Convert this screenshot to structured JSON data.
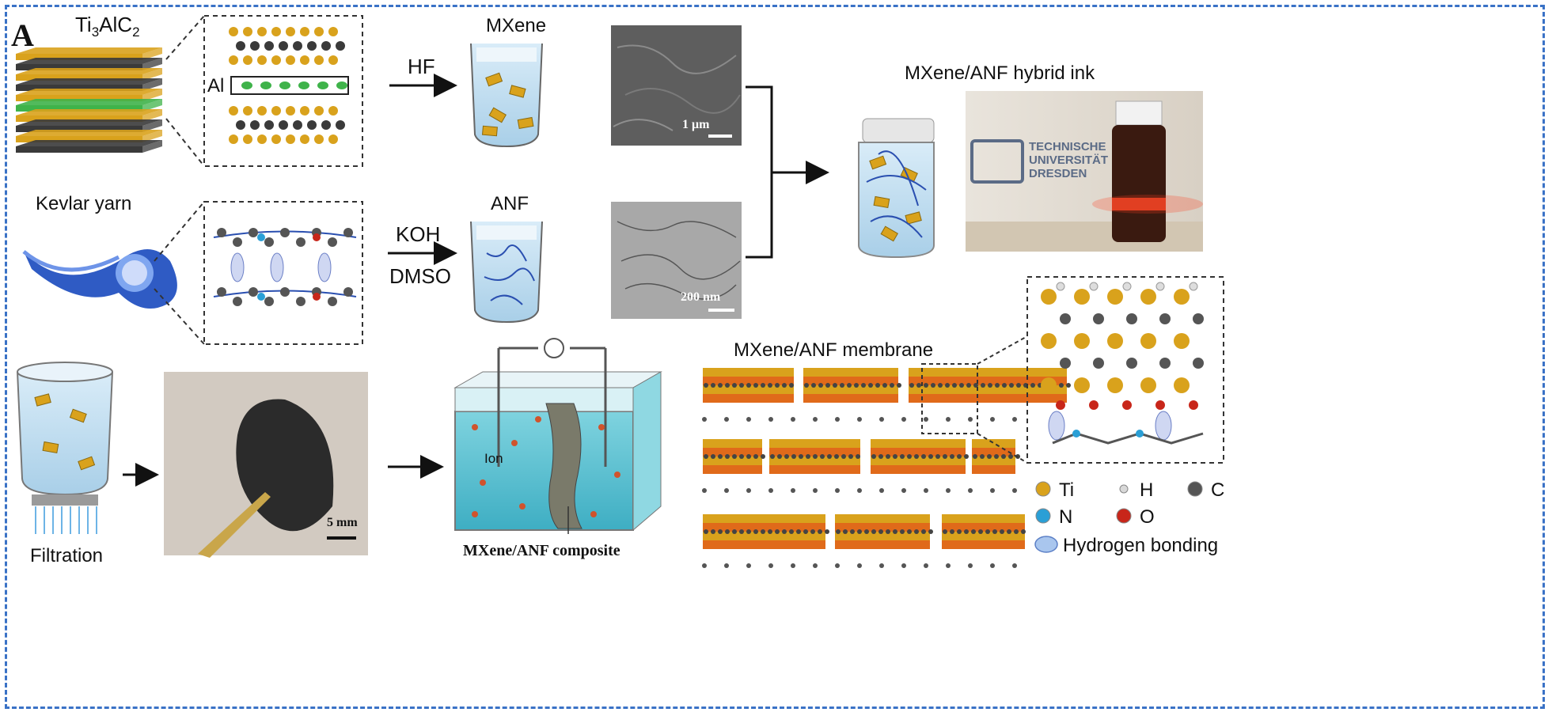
{
  "panel_label": "A",
  "top_row": {
    "ti3alc2_label": "Ti3AlC2",
    "al_label": "Al",
    "hf_label": "HF",
    "mxene_label": "MXene",
    "sem_scale": "1 μm",
    "hybrid_ink_label": "MXene/ANF hybrid ink",
    "photo_text_line1": "TECHNISCHE",
    "photo_text_line2": "UNIVERSITÄT",
    "photo_text_line3": "DRESDEN"
  },
  "middle_row": {
    "kevlar_label": "Kevlar yarn",
    "koh_label": "KOH",
    "dmso_label": "DMSO",
    "anf_label": "ANF",
    "tem_scale": "200 nm"
  },
  "bottom_row": {
    "filtration_label": "Filtration",
    "photo_scale": "5 mm",
    "ion_label": "Ion",
    "composite_label": "MXene/ANF composite",
    "membrane_label": "MXene/ANF membrane"
  },
  "legend": {
    "items": [
      {
        "symbol": "Ti",
        "color": "#d9a21c"
      },
      {
        "symbol": "H",
        "color": "#d8d8d8"
      },
      {
        "symbol": "C",
        "color": "#555555"
      },
      {
        "symbol": "N",
        "color": "#2a9fd6"
      },
      {
        "symbol": "O",
        "color": "#c8261a"
      }
    ],
    "hbond_label": "Hydrogen bonding"
  },
  "colors": {
    "border": "#3a72c6",
    "gold": "#d9a21c",
    "dark": "#3a3a3a",
    "al_green": "#3fb34a",
    "water": "#bfdcef",
    "fiber": "#2a4fb0"
  }
}
